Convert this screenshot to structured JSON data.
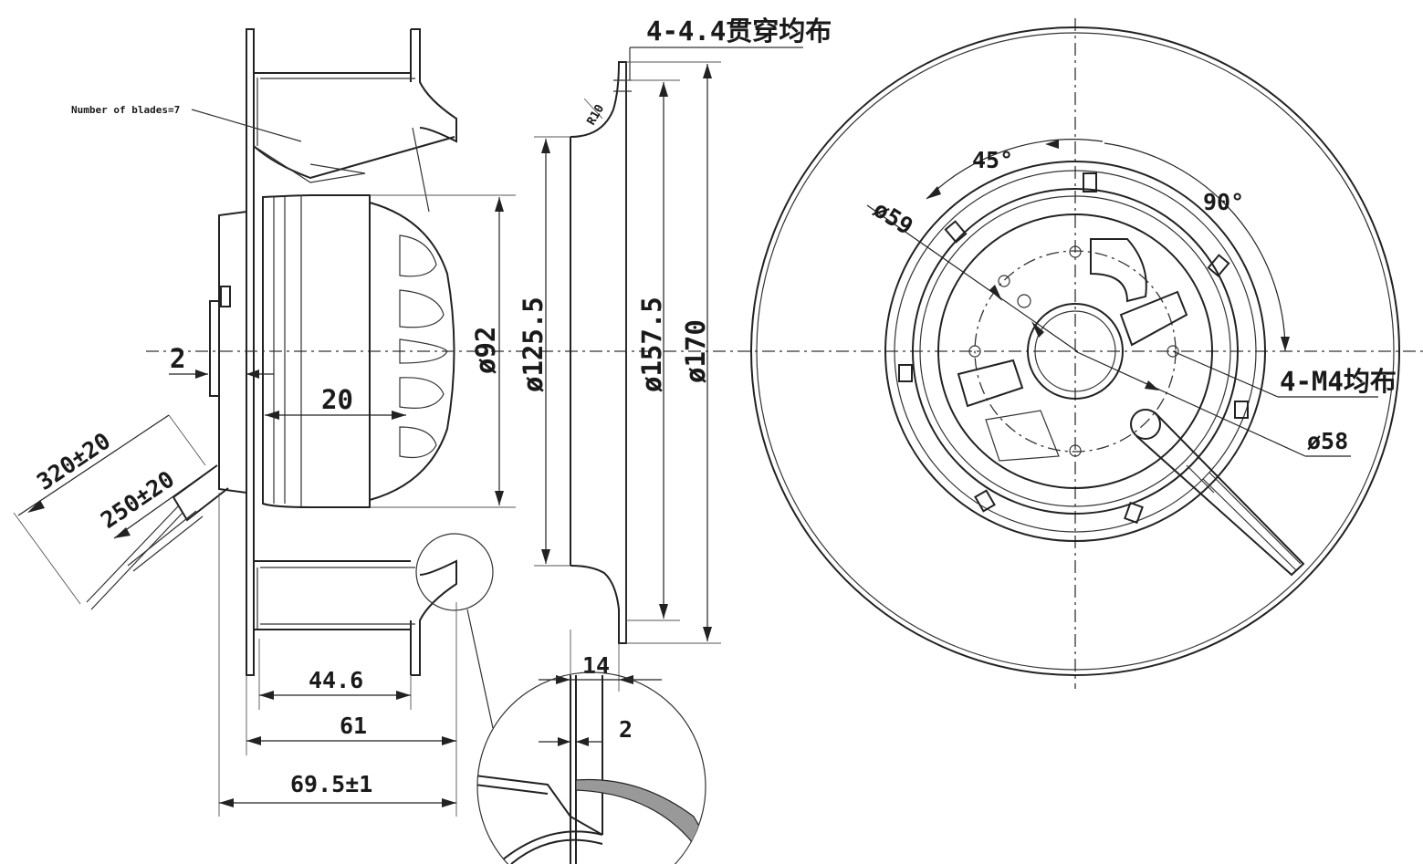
{
  "side_view": {
    "blade_note": "Number of blades=7",
    "dim_2": "2",
    "dim_20": "20",
    "dim_d92": "ø92",
    "dim_cable_320": "320±20",
    "dim_cable_250": "250±20",
    "dim_44_6": "44.6",
    "dim_61": "61",
    "dim_69_5": "69.5±1"
  },
  "section_view": {
    "hole_note": "4-4.4贯穿均布",
    "radius": "R10",
    "dim_d125_5": "ø125.5",
    "dim_d157_5": "ø157.5",
    "dim_d170": "ø170",
    "dim_14": "14",
    "detail_dim_2": "2"
  },
  "front_view": {
    "angle_45": "45°",
    "angle_90": "90°",
    "dim_d59": "ø59",
    "thread_note": "4-M4均布",
    "dim_d58": "ø58"
  }
}
